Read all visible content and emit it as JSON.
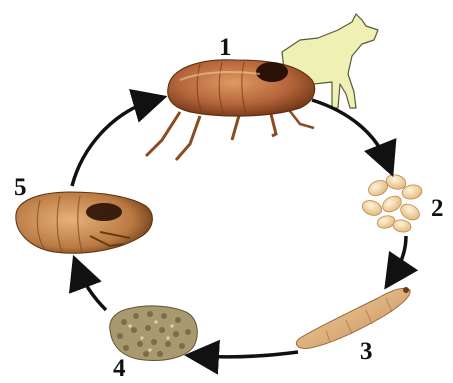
{
  "stages": [
    {
      "number": "1",
      "name": "adult-flea"
    },
    {
      "number": "2",
      "name": "eggs"
    },
    {
      "number": "3",
      "name": "larva"
    },
    {
      "number": "4",
      "name": "cocoon"
    },
    {
      "number": "5",
      "name": "pupa"
    }
  ],
  "host": {
    "icon": "dog-silhouette-icon"
  },
  "colors": {
    "arrow": "#111111",
    "dog": "#eef0b4",
    "flea_body": "#b4643a",
    "egg": "#f3d9a8",
    "larva": "#e6bd8c",
    "cocoon": "#a89a6e",
    "pupa": "#c98a4e"
  }
}
